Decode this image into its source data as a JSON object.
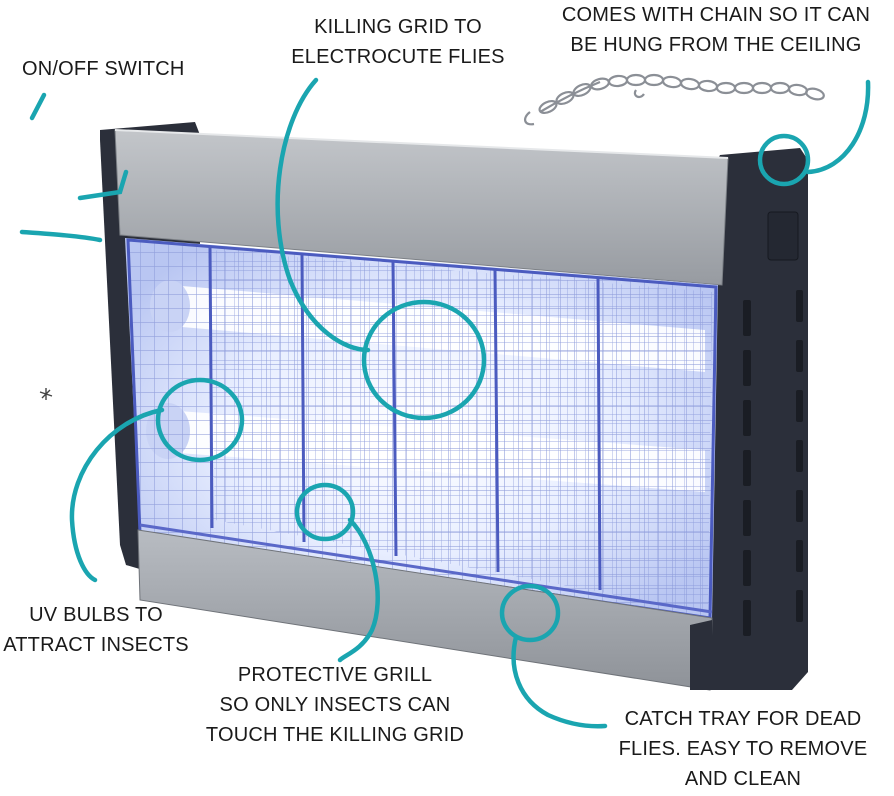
{
  "callouts": {
    "switch": {
      "lines": [
        "ON/OFF SWITCH"
      ]
    },
    "killing_grid": {
      "lines": [
        "KILLING GRID TO",
        "ELECTROCUTE FLIES"
      ]
    },
    "chain": {
      "lines": [
        "COMES WITH CHAIN SO IT CAN",
        "BE HUNG FROM THE CEILING"
      ]
    },
    "uv_bulbs": {
      "lines": [
        "UV BULBS TO",
        "ATTRACT INSECTS"
      ]
    },
    "protective_grill": {
      "lines": [
        "PROTECTIVE GRILL",
        "SO ONLY INSECTS CAN",
        "TOUCH THE KILLING GRID"
      ]
    },
    "catch_tray": {
      "lines": [
        "CATCH TRAY FOR DEAD",
        "FLIES. EASY TO REMOVE",
        "AND CLEAN"
      ]
    }
  },
  "colors": {
    "callout_teal": "#1aa5b0",
    "housing_dark": "#2b2f3a",
    "panel_silver": "#a9adb2",
    "uv_glow": "#dfe8ff",
    "grid_blue": "#5b6fd6"
  },
  "icons": {
    "product": "insect-killer-device",
    "chain": "hanging-chain",
    "bulb": "uv-tube"
  }
}
